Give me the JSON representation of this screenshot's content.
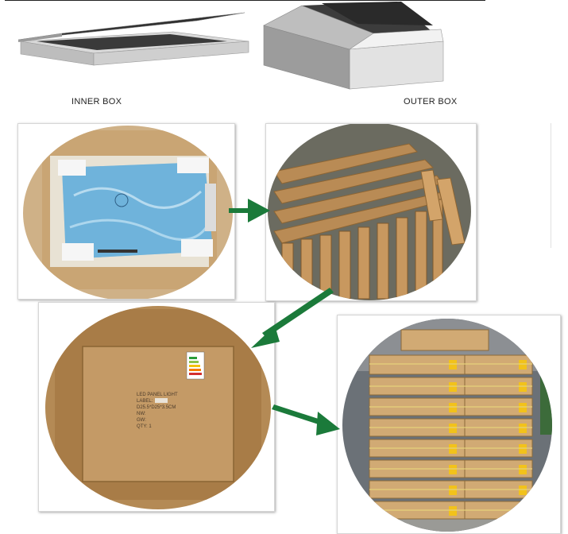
{
  "labels": {
    "inner_box": "INNER BOX",
    "outer_box": "OUTER BOX"
  },
  "box_label_text": {
    "line1": "LED PANEL LIGHT",
    "line2": "LABEL:",
    "line3": "D25.5*D25*3.5CM",
    "line4": "NW:",
    "line5": "GW:",
    "line6": "QTY:   1"
  },
  "colors": {
    "cardboard": "#c49a66",
    "arrow_green": "#1b7a3a",
    "panel_blue": "#5fa9d6"
  }
}
